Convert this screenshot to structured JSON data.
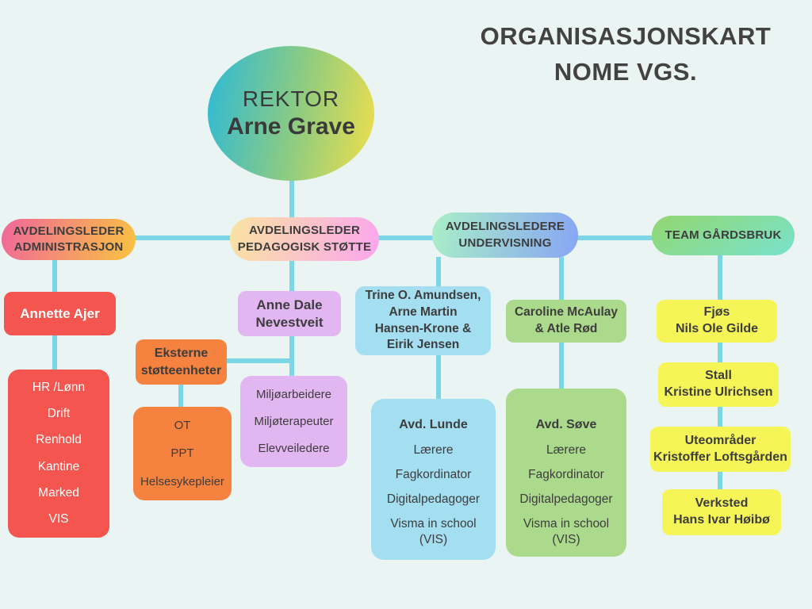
{
  "title": {
    "line1": "ORGANISASJONSKART",
    "line2": "NOME VGS."
  },
  "rektor": {
    "role": "REKTOR",
    "name": "Arne Grave"
  },
  "branches": {
    "administrasjon": {
      "label_line1": "AVDELINGSLEDER",
      "label_line2": "ADMINISTRASJON",
      "leader": "Annette Ajer",
      "units": [
        "HR /Lønn",
        "Drift",
        "Renhold",
        "Kantine",
        "Marked",
        "VIS"
      ]
    },
    "pedagogisk_stotte": {
      "label_line1": "AVDELINGSLEDER",
      "label_line2": "PEDAGOGISK STØTTE",
      "leader_line1": "Anne Dale",
      "leader_line2": "Nevestveit",
      "eksterne_line1": "Eksterne",
      "eksterne_line2": "støtteenheter",
      "eksterne_units": [
        "OT",
        "PPT",
        "Helsesykepleier"
      ],
      "interne_units": [
        "Miljøarbeidere",
        "Miljøterapeuter",
        "Elevveiledere"
      ]
    },
    "undervisning": {
      "label_line1": "AVDELINGSLEDERE",
      "label_line2": "UNDERVISNING",
      "lunde_leaders": [
        "Trine O. Amundsen,",
        "Arne Martin",
        "Hansen-Krone &",
        "Eirik Jensen"
      ],
      "sove_leaders": [
        "Caroline McAulay",
        "& Atle Rød"
      ],
      "lunde": {
        "title": "Avd. Lunde",
        "items": [
          "Lærere",
          "Fagkordinator",
          "Digitalpedagoger",
          "Visma in school (VIS)"
        ]
      },
      "sove": {
        "title": "Avd. Søve",
        "items": [
          "Lærere",
          "Fagkordinator",
          "Digitalpedagoger",
          "Visma in school (VIS)"
        ]
      }
    },
    "gardsbruk": {
      "label": "TEAM GÅRDSBRUK",
      "teams": [
        {
          "area": "Fjøs",
          "person": "Nils Ole Gilde"
        },
        {
          "area": "Stall",
          "person": "Kristine Ulrichsen"
        },
        {
          "area": "Uteområder",
          "person": "Kristoffer Loftsgården"
        },
        {
          "area": "Verksted",
          "person": "Hans Ivar Høibø"
        }
      ]
    }
  },
  "colors": {
    "background": "#EAF4F2",
    "connector": "#7CD6E5",
    "text_dark": "#3D3D3D",
    "red": "#F4554E",
    "orange": "#F6823F",
    "purple": "#E2B6F1",
    "blue": "#A3DEF1",
    "green": "#ABDA8C",
    "yellow": "#F5F558",
    "rektor_gradient": [
      "#2CB9D8",
      "#8BCB83",
      "#F0DF4A"
    ],
    "admin_pill_gradient": [
      "#F0679B",
      "#F9C340"
    ],
    "pedagogisk_pill_gradient": [
      "#FAE3A2",
      "#FBA6EE"
    ],
    "undervisning_pill_gradient": [
      "#A9EFC7",
      "#88A5F4"
    ],
    "gardsbruk_pill_gradient": [
      "#92D76F",
      "#79E2CD"
    ]
  }
}
